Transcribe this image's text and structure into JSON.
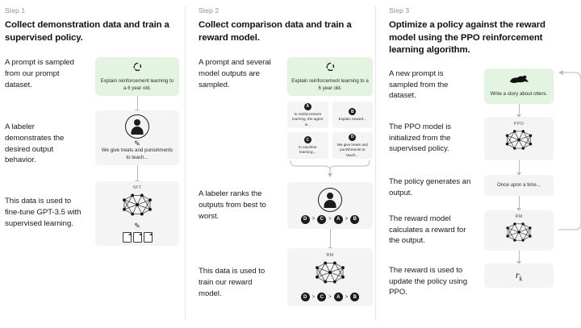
{
  "columns": [
    {
      "step_label": "Step 1",
      "title": "Collect demonstration data and train a supervised policy.",
      "captions": [
        "A prompt is sampled from our prompt dataset.",
        "A labeler demonstrates the desired output behavior.",
        "This data is used to fine-tune GPT-3.5 with supervised learning."
      ],
      "prompt_box": {
        "text": "Explain reinforcement learning to a 6 year old.",
        "icon": "recycle-arrows-icon",
        "color": "#e3f5e1"
      },
      "labeler_box": {
        "text": "We give treats and punishments to teach...",
        "icon": "person-icon",
        "pen_icon": "pen-icon"
      },
      "model_box": {
        "label": "SFT",
        "icon": "neural-network-icon",
        "pen_icon": "pen-icon",
        "docs_icon": "documents-icon"
      }
    },
    {
      "step_label": "Step 2",
      "title": "Collect comparison data and train a reward model.",
      "captions": [
        "A prompt and several model outputs are sampled.",
        "A labeler ranks the outputs from best to worst.",
        "This data is used to train our reward model."
      ],
      "prompt_box": {
        "text": "Explain reinforcement learning to a 6 year old.",
        "icon": "recycle-arrows-icon",
        "color": "#e3f5e1"
      },
      "options": [
        {
          "badge": "A",
          "text": "In reinforcement learning, the agent is..."
        },
        {
          "badge": "B",
          "text": "Explain reward..."
        },
        {
          "badge": "C",
          "text": "In machine learning..."
        },
        {
          "badge": "D",
          "text": "We give treats and punishments to teach..."
        }
      ],
      "ranking_box": {
        "icon": "person-icon",
        "order": [
          "D",
          "C",
          "A",
          "B"
        ],
        "separator": ">"
      },
      "reward_model_box": {
        "label": "RM",
        "icon": "neural-network-icon",
        "order": [
          "D",
          "C",
          "A",
          "B"
        ],
        "separator": ">"
      }
    },
    {
      "step_label": "Step 3",
      "title": "Optimize a policy against the reward model using the PPO reinforcement learning algorithm.",
      "captions": [
        "A new prompt is sampled from the dataset.",
        "The PPO model is initialized from the supervised policy.",
        "The policy generates an output.",
        "The reward model calculates a reward for the output.",
        "The reward is used to update the policy using PPO."
      ],
      "prompt_box": {
        "text": "Write a story about otters.",
        "icon": "otter-icon",
        "color": "#e3f5e1"
      },
      "ppo_box": {
        "label": "PPO",
        "icon": "neural-network-icon"
      },
      "output_box": {
        "text": "Once upon a time..."
      },
      "rm_box": {
        "label": "RM",
        "icon": "neural-network-icon"
      },
      "reward_box": {
        "formula": "r",
        "subscript": "k"
      }
    }
  ],
  "theme": {
    "background": "#ffffff",
    "box": "#f4f4f4",
    "green": "#e3f5e1",
    "arrow": "#b9b9b9",
    "text": "#0d0d0d",
    "muted": "#8f8f8f"
  }
}
